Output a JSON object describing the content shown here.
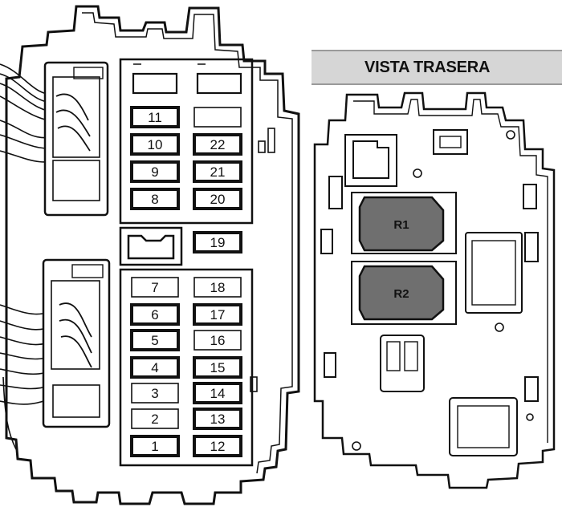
{
  "header": {
    "title": "VISTA TRASERA"
  },
  "fuses_left_column": [
    {
      "label": "11",
      "style": "dark"
    },
    {
      "label": "10",
      "style": "dark"
    },
    {
      "label": "9",
      "style": "dark"
    },
    {
      "label": "8",
      "style": "dark"
    },
    {
      "label": "7",
      "style": "light"
    },
    {
      "label": "6",
      "style": "dark"
    },
    {
      "label": "5",
      "style": "dark"
    },
    {
      "label": "4",
      "style": "dark"
    },
    {
      "label": "3",
      "style": "light"
    },
    {
      "label": "2",
      "style": "light"
    },
    {
      "label": "1",
      "style": "dark"
    }
  ],
  "fuses_right_column": [
    {
      "label": "",
      "style": "light"
    },
    {
      "label": "22",
      "style": "dark"
    },
    {
      "label": "21",
      "style": "dark"
    },
    {
      "label": "20",
      "style": "dark"
    },
    {
      "label": "19",
      "style": "dark"
    },
    {
      "label": "18",
      "style": "light"
    },
    {
      "label": "17",
      "style": "dark"
    },
    {
      "label": "16",
      "style": "light"
    },
    {
      "label": "15",
      "style": "dark"
    },
    {
      "label": "14",
      "style": "dark"
    },
    {
      "label": "13",
      "style": "dark"
    },
    {
      "label": "12",
      "style": "dark"
    }
  ],
  "relays": [
    {
      "label": "R1"
    },
    {
      "label": "R2"
    }
  ]
}
